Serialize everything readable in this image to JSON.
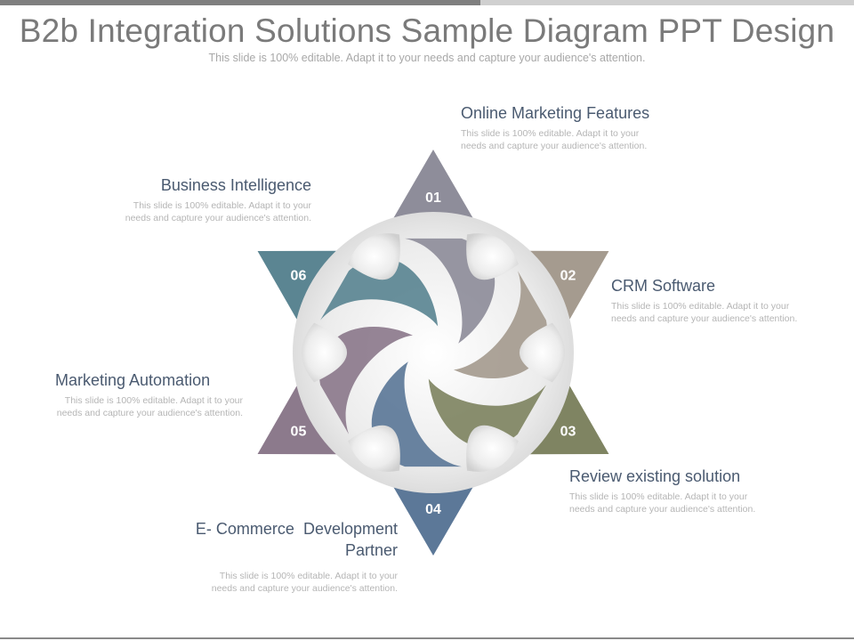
{
  "header": {
    "title": "B2b Integration Solutions Sample Diagram PPT Design",
    "subtitle": "This slide is 100% editable. Adapt it to your needs and capture your audience's attention."
  },
  "steps": [
    {
      "number": "01",
      "title": "Online Marketing Features",
      "description": "This slide is 100% editable. Adapt it to your needs and capture your audience's attention.",
      "color": "#8e8d9a"
    },
    {
      "number": "02",
      "title": "CRM Software",
      "description": "This slide is 100% editable. Adapt it to your needs and capture your audience's attention.",
      "color": "#a59b8f"
    },
    {
      "number": "03",
      "title": "Review existing solution",
      "description": "This slide is 100% editable. Adapt it to your needs and capture your audience's attention.",
      "color": "#7f8462"
    },
    {
      "number": "04",
      "title": "E- Commerce  Development Partner",
      "description": "This slide is 100% editable. Adapt it to your needs and capture your audience's attention.",
      "color": "#5c7898"
    },
    {
      "number": "05",
      "title": "Marketing Automation",
      "description": "This slide is 100% editable. Adapt it to your needs and capture your audience's attention.",
      "color": "#8c7a8c"
    },
    {
      "number": "06",
      "title": "Business Intelligence",
      "description": "This slide is 100% editable. Adapt it to your needs and capture your audience's attention.",
      "color": "#5b8592"
    }
  ]
}
